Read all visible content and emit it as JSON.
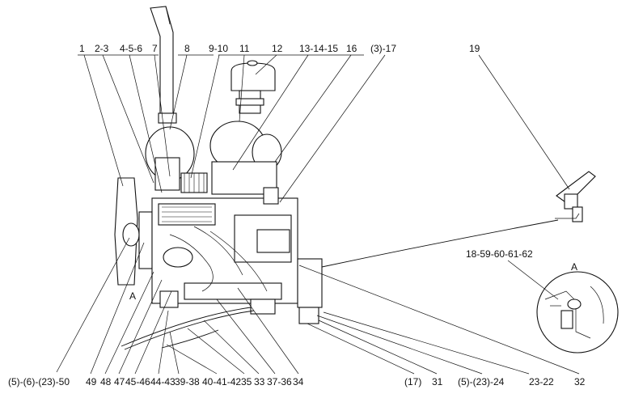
{
  "top_labels": [
    "1",
    "2-3",
    "4-5-6",
    "7",
    "8",
    "9-10",
    "11",
    "12",
    "13-14-15",
    "16",
    "(3)-17",
    "19"
  ],
  "right_labels": [
    "18-59-60-61-62",
    "A"
  ],
  "view_marker": "A",
  "bottom_labels": [
    "(5)-(6)-(23)-50",
    "49",
    "48",
    "47",
    "45-46",
    "44-43",
    "39-38",
    "40-41-42",
    "35",
    "33",
    "37-36",
    "34",
    "(17)",
    "31",
    "(5)-(23)-24",
    "23-22",
    "32"
  ]
}
